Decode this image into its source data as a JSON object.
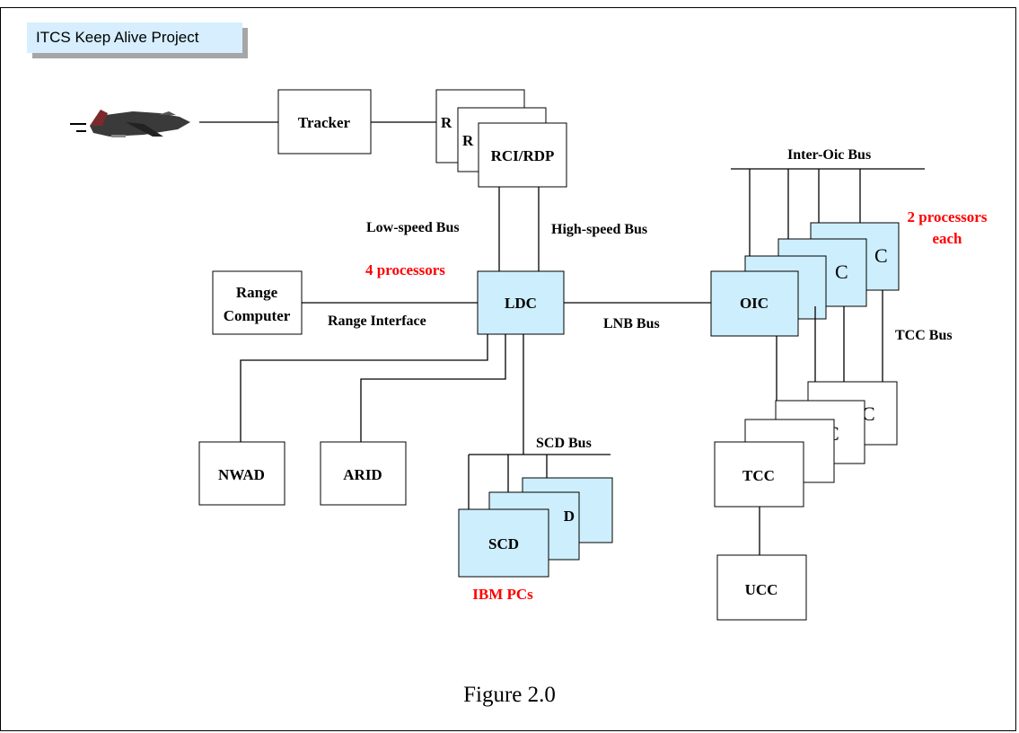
{
  "title": "ITCS Keep Alive Project",
  "caption": "Figure 2.0",
  "boxes": {
    "tracker": "Tracker",
    "rci_rdp": "RCI/RDP",
    "range_computer_line1": "Range",
    "range_computer_line2": "Computer",
    "ldc": "LDC",
    "oic": "OIC",
    "nwad": "NWAD",
    "arid": "ARID",
    "scd": "SCD",
    "tcc": "TCC",
    "ucc": "UCC"
  },
  "partial_labels": {
    "rci_back2": "R",
    "rci_back1": "R",
    "oic_back": "C",
    "oic_back2": "C",
    "scd_back": "D",
    "tcc_back": "C",
    "tcc_back2": "C"
  },
  "buses": {
    "low_speed": "Low-speed Bus",
    "high_speed": "High-speed Bus",
    "range_interface": "Range Interface",
    "lnb": "LNB Bus",
    "inter_oic": "Inter-Oic Bus",
    "tcc_bus": "TCC Bus",
    "scd_bus": "SCD Bus"
  },
  "annotations": {
    "four_processors": "4 processors",
    "two_processors_line1": "2 processors",
    "two_processors_line2": "each",
    "ibm_pcs": "IBM PCs"
  },
  "colors": {
    "highlight_box": "#cdeefc",
    "annotation_red": "#ff0000",
    "title_tag_bg": "#d6eefd"
  },
  "icons": [
    "fighter-jet-icon"
  ]
}
